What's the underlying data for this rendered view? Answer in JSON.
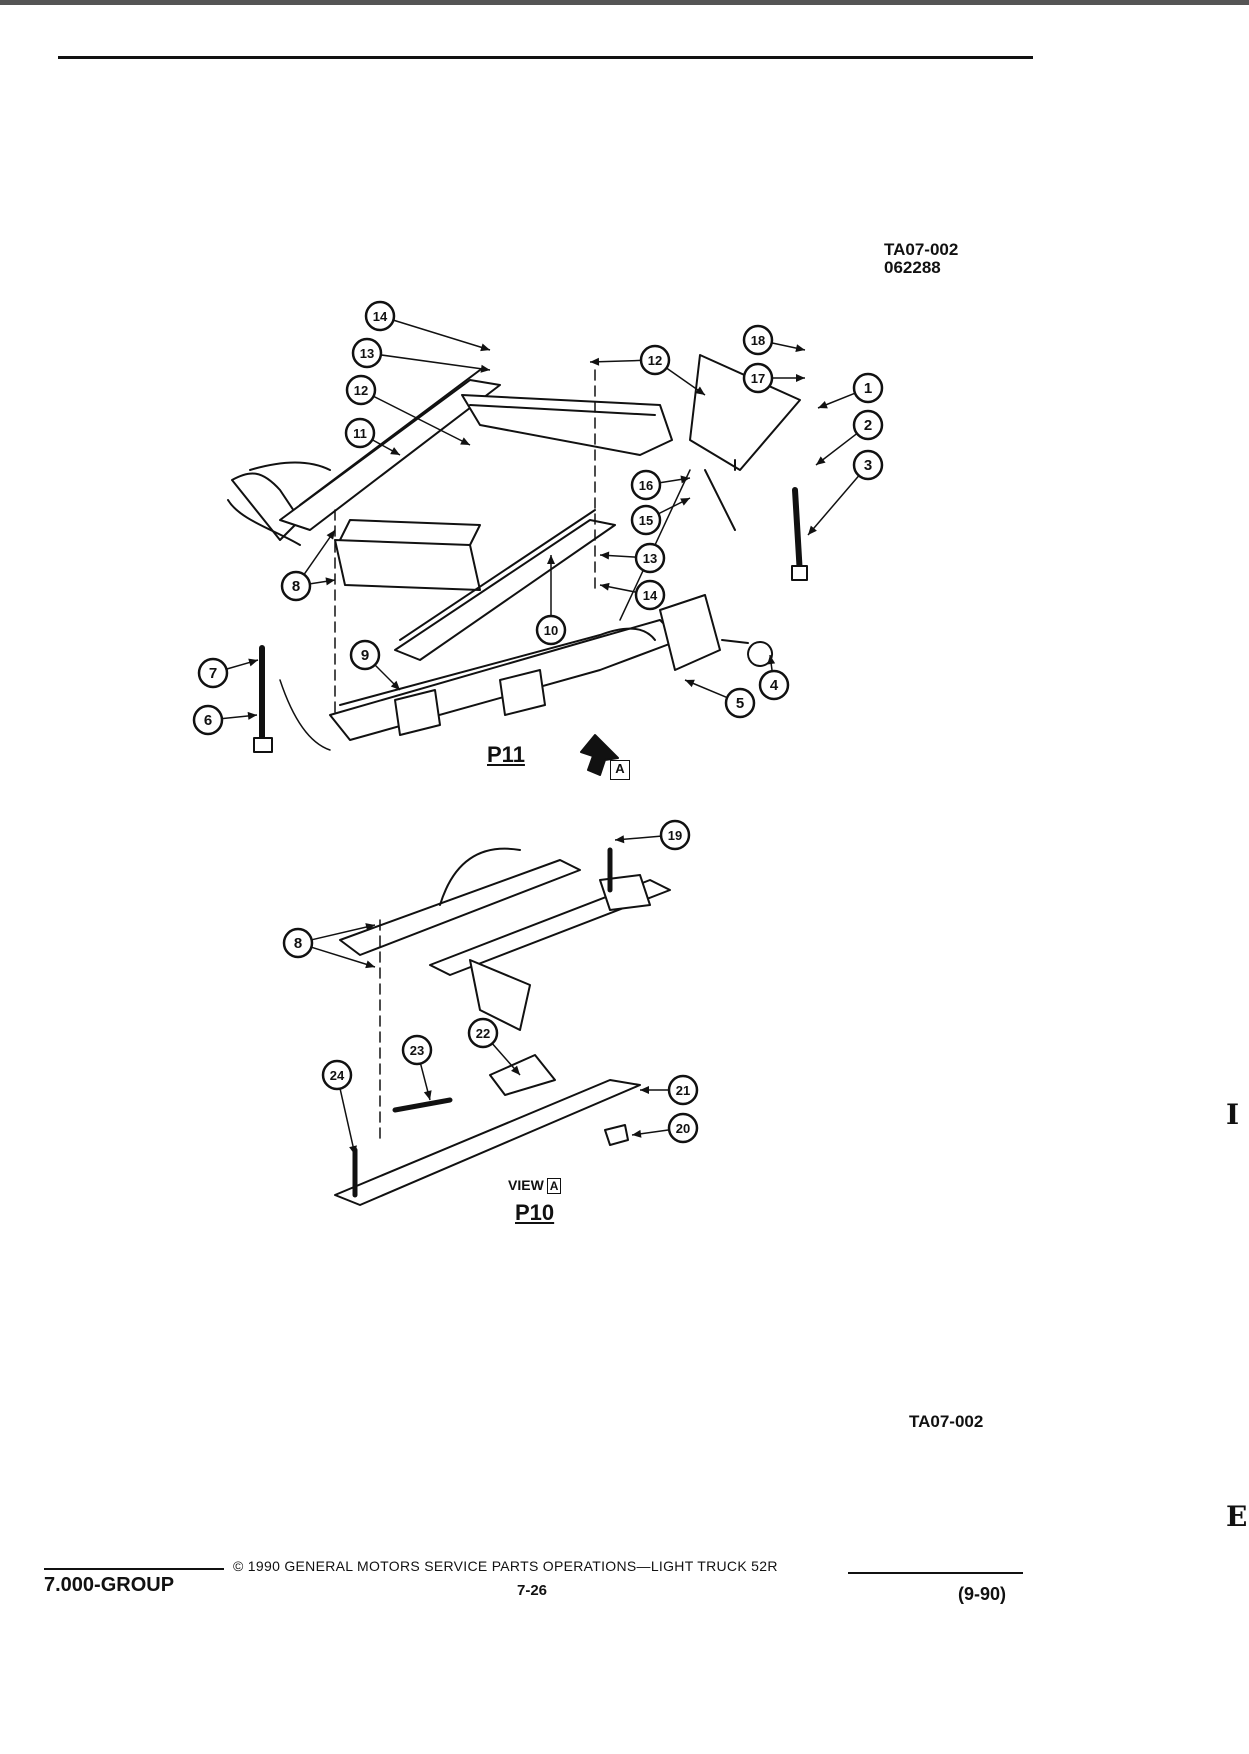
{
  "header": {
    "ref_code": "TA07-002",
    "ref_number": "062288"
  },
  "callouts": [
    "1",
    "2",
    "3",
    "4",
    "5",
    "6",
    "7",
    "8",
    "9",
    "10",
    "11",
    "12",
    "13",
    "14",
    "15",
    "16",
    "17",
    "18",
    "19",
    "20",
    "21",
    "22",
    "23",
    "24"
  ],
  "views": {
    "p11": {
      "caption": "P11",
      "arrow_label": "A"
    },
    "p10": {
      "caption": "P10",
      "view_text": "VIEW",
      "view_box": "A"
    }
  },
  "bottom_ref": "TA07-002",
  "footer": {
    "group": "7.000-GROUP",
    "copyright": "© 1990 GENERAL MOTORS SERVICE PARTS OPERATIONS—LIGHT TRUCK 52R",
    "page": "7-26",
    "date": "(9-90)"
  },
  "edge_marks": {
    "upper": "I",
    "lower": "E"
  }
}
